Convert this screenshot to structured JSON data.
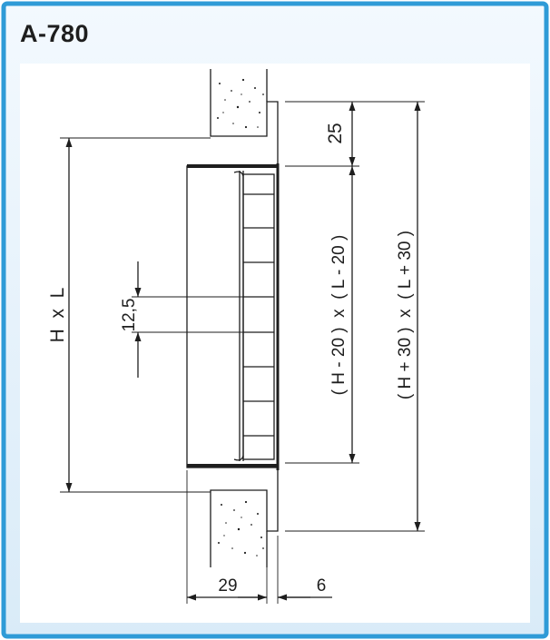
{
  "title": "A-780",
  "colors": {
    "frame_border": "#2f9bd7",
    "panel_fill": "#e6f2fb",
    "line": "#1e1e1e"
  },
  "dimensions": {
    "overall_height": "H  x  L",
    "slat_pitch": "12,5",
    "top_offset": "25",
    "inner_opening": "( H - 20 )  x  ( L - 20 )",
    "outer_size": "( H + 30 )  x  ( L + 30 )",
    "depth": "29",
    "flange_thickness": "6"
  }
}
